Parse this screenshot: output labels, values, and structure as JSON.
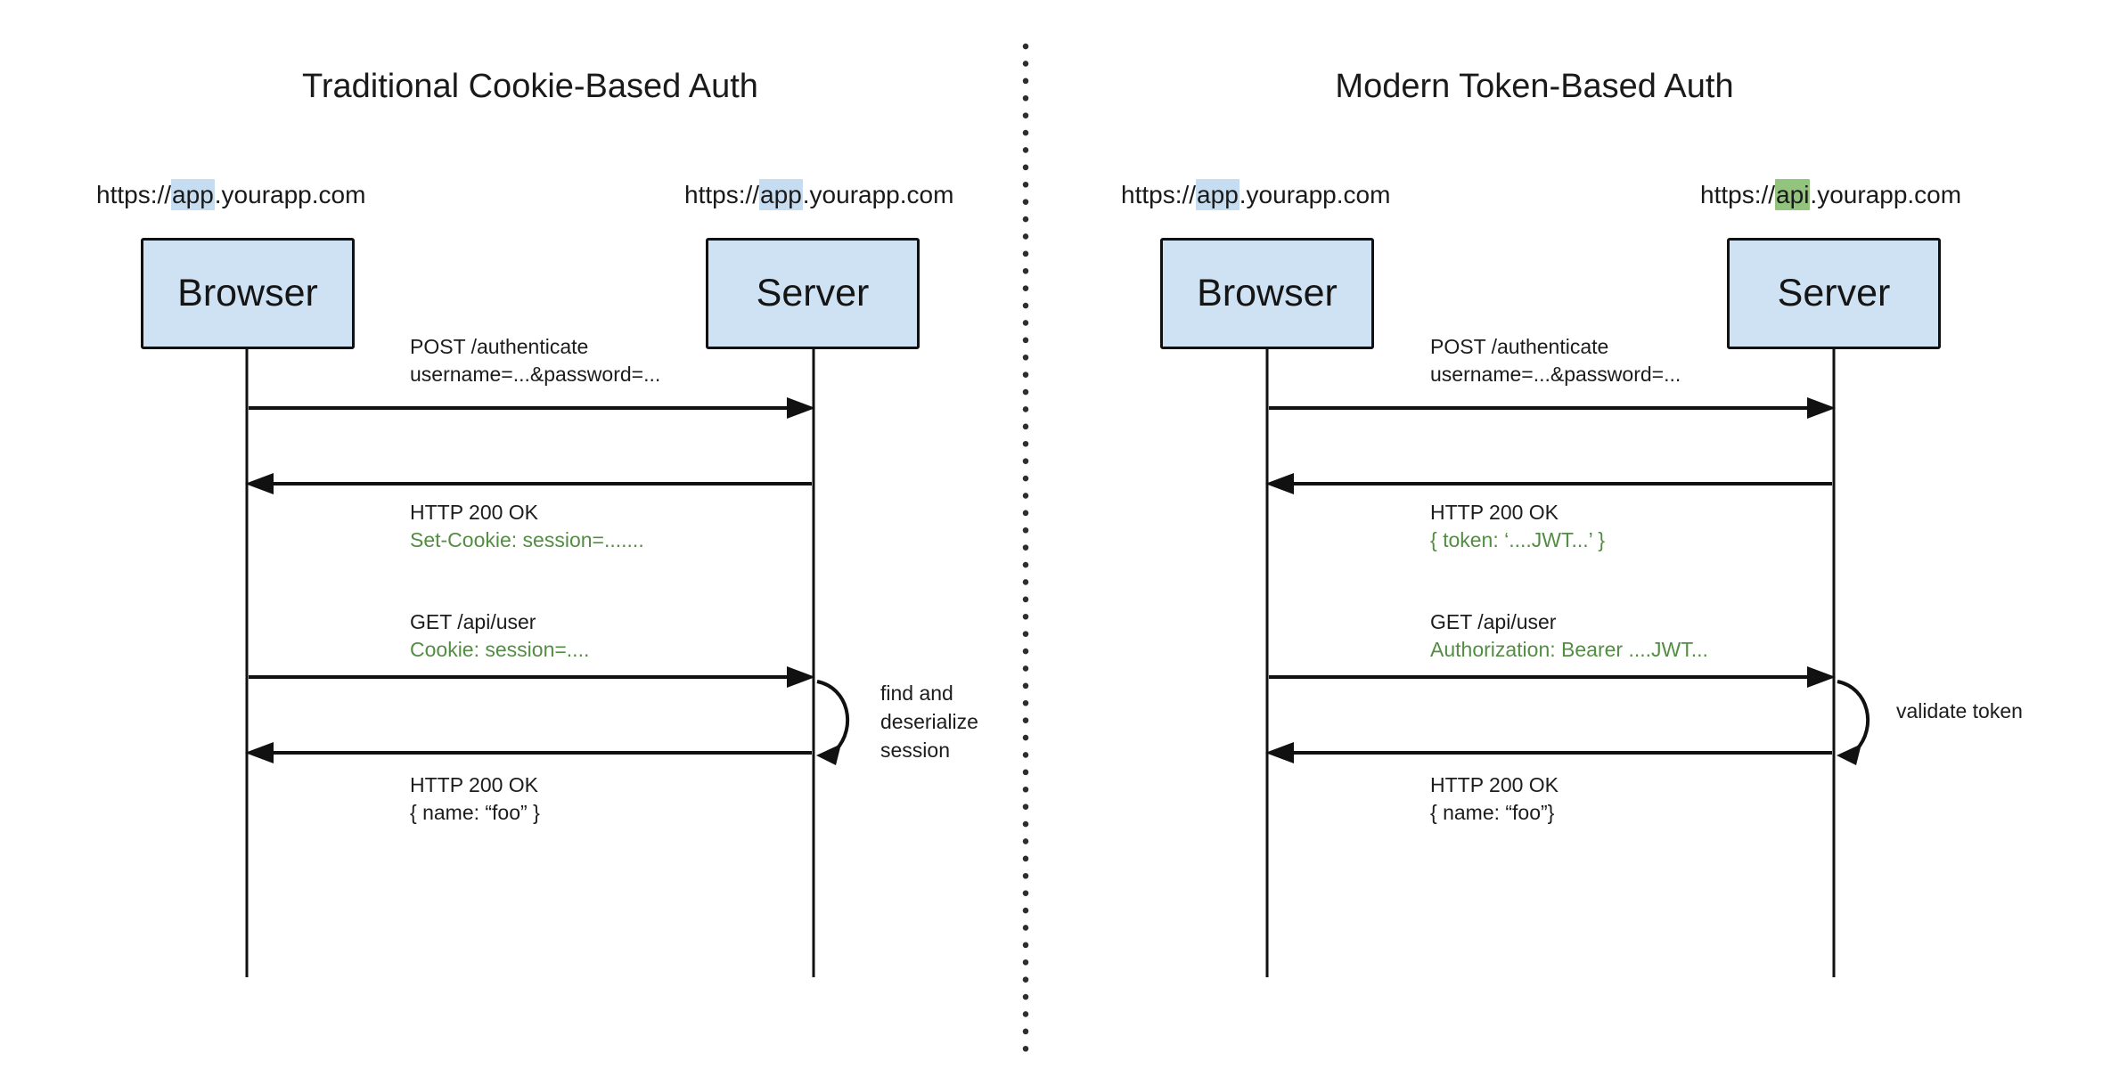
{
  "colors": {
    "box_fill": "#cfe2f3",
    "box_border": "#111111",
    "line": "#111111",
    "text": "#1c1c1c",
    "green_text": "#538d43",
    "blue_highlight": "#c6dcf0",
    "green_highlight": "#93c47d",
    "divider_dots": "#2e2e2e"
  },
  "panels": [
    {
      "title": "Traditional Cookie-Based Auth",
      "browser": {
        "label": "Browser",
        "url": {
          "prefix": "https://",
          "highlight": "app",
          "suffix": ".yourapp.com"
        }
      },
      "server": {
        "label": "Server",
        "url": {
          "prefix": "https://",
          "highlight": "app",
          "suffix": ".yourapp.com"
        }
      },
      "messages": [
        {
          "line1": "POST /authenticate",
          "line2": "username=...&password=..."
        },
        {
          "line1": "HTTP 200 OK",
          "line2": "Set-Cookie: session=......."
        },
        {
          "line1": "GET /api/user",
          "line2": "Cookie: session=...."
        },
        {
          "line1": "HTTP 200 OK",
          "line2": "{ name: “foo” }"
        }
      ],
      "loop_label_lines": [
        "find and",
        "deserialize",
        "session"
      ]
    },
    {
      "title": "Modern Token-Based Auth",
      "browser": {
        "label": "Browser",
        "url": {
          "prefix": "https://",
          "highlight": "app",
          "suffix": ".yourapp.com"
        }
      },
      "server": {
        "label": "Server",
        "url": {
          "prefix": "https://",
          "highlight": "api",
          "suffix": ".yourapp.com"
        }
      },
      "messages": [
        {
          "line1": "POST /authenticate",
          "line2": "username=...&password=..."
        },
        {
          "line1": "HTTP 200 OK",
          "line2": "{ token: ‘....JWT...’ }"
        },
        {
          "line1": "GET /api/user",
          "line2": "Authorization: Bearer ....JWT..."
        },
        {
          "line1": "HTTP 200 OK",
          "line2": "{ name: “foo”}"
        }
      ],
      "loop_label_lines": [
        "validate token"
      ]
    }
  ]
}
